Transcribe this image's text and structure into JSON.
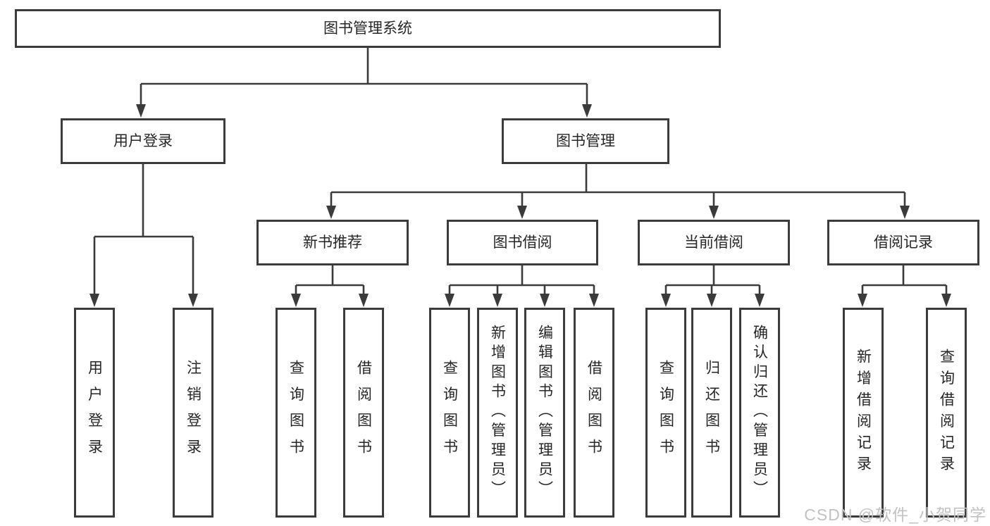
{
  "diagram": {
    "type": "tree",
    "root": "图书管理系统",
    "level1": [
      "用户登录",
      "图书管理"
    ],
    "level2": [
      "新书推荐",
      "图书借阅",
      "当前借阅",
      "借阅记录"
    ],
    "leaves_user_login": [
      "用户登录",
      "注销登录"
    ],
    "leaves_new_book": [
      "查询图书",
      "借阅图书"
    ],
    "leaves_book_borrow": [
      "查询图书",
      "新增图书（管理员）",
      "编辑图书（管理员）",
      "借阅图书"
    ],
    "leaves_current_borrow": [
      "查询图书",
      "归还图书",
      "确认归还（管理员）"
    ],
    "leaves_borrow_records": [
      "新增借阅记录",
      "查询借阅记录"
    ]
  },
  "watermark": "CSDN @软件_小贺同学",
  "colors": {
    "line": "#3b3b3b",
    "box_border": "#3b3b3b",
    "text": "#262626",
    "watermark": "#c2c2c2",
    "background": "#ffffff"
  }
}
